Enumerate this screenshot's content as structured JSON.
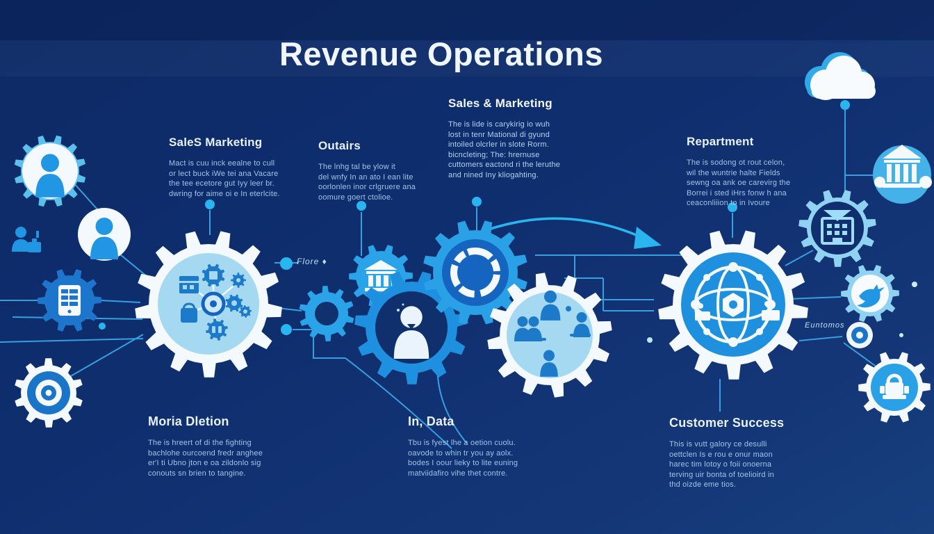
{
  "title": "Revenue Operations",
  "sections": {
    "top": {
      "heading": "Sales & Marketing",
      "body": "The is lide is carykirig io wuh\nlost in tenr Mational di gyund\nintoiled olcrler in slote Rorm.\nbicncleting; The: hrernuse\ncuttomers eactond ri the leruthe\nand nined Iny kliogahting."
    },
    "left": {
      "heading": "SaleS Marketing",
      "body": "Mact is cuu inck eealne to cull\nor lect buck iWe tei ana Vacare\nthe tee ecetore gut Iyy leer br.\ndwring for aime oi e In eterlcite."
    },
    "outairs": {
      "heading": "Outairs",
      "body": "The lnhg tal be ylow it\ndel wnfy In an ato I ean lite\noorlonlen inor crlgruere ana\noomure goert ctolioe."
    },
    "repartment": {
      "heading": "Repartment",
      "body": "The is sodong ot rout celon,\nwil the wuntrie halte Fields\nsewng oa ank oe carevirg the\nBorrei i sted iHrs fonw h ana\nceaconliiion to in Ivoure"
    },
    "moria": {
      "heading": "Moria Dletion",
      "body": "The is hreert of di the fighting\nbachlohe ourcoend fredr anghee\ner'I ti Ubno jton e oa zildonlo sig\nconouts sn brien to tangine."
    },
    "indata": {
      "heading": "In, Data",
      "body": "Tbu is fyest lhe a oetion cuolu.\noavode to whin tr you ay aolx.\nbodes I oour lieky to lite euning\nmatviidafiro vihe thet contre."
    },
    "customer": {
      "heading": "Customer Success",
      "body": "This is vutt galory ce desulli\noettclen Is e rou e onur maon\nharec tim lotoy o foii onoerna\nterving uir bonta of toelioird in\nthd oizde eme tios."
    }
  },
  "labels": {
    "flore": "Flore ♦",
    "euntomos": "Euntomos"
  },
  "colors": {
    "background": "#0f2e6e",
    "gear_white": "#f4f9fd",
    "gear_bright_blue": "#2aa0e6",
    "gear_medium_blue": "#1d76cc",
    "gear_light_blue": "#8fd2f2",
    "inner_light": "#a5d9f2",
    "inner_bright": "#1e90dd",
    "icon_blue": "#1c7ac9",
    "line_blue": "#3aa6e6",
    "accent_bright": "#29b6f0",
    "text_heading": "#e8f2fb",
    "text_body": "#9fc6e8"
  }
}
